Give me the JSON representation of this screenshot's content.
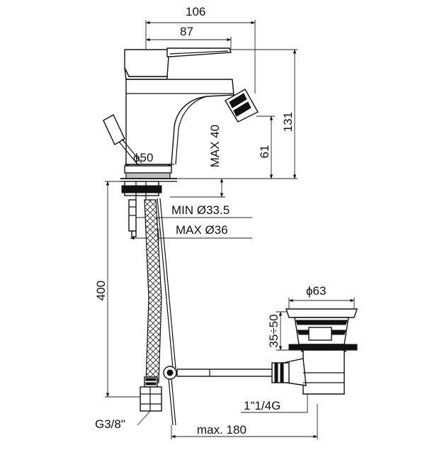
{
  "dimensions": {
    "width_total": "106",
    "width_lever": "87",
    "height_total": "131",
    "spout_height": "61",
    "max_deck": "MAX 40",
    "base_diameter": "ϕ50",
    "min_hole": "MIN Ø33.5",
    "max_hole": "MAX Ø36",
    "hose_length": "400",
    "waste_diameter": "ϕ63",
    "waste_range": "35÷50",
    "waste_thread": "1\"1/4G",
    "inlet_thread": "G3/8\"",
    "rod_length": "max. 180"
  }
}
